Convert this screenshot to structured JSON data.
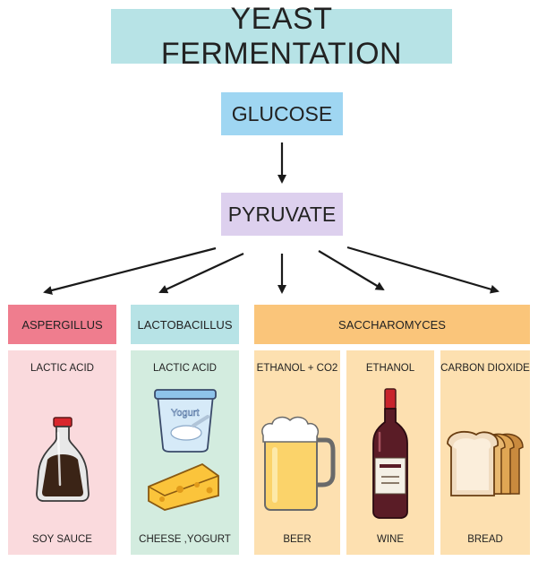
{
  "title": "YEAST FERMENTATION",
  "substrate": "GLUCOSE",
  "intermediate": "PYRUVATE",
  "organisms": {
    "aspergillus": "ASPERGILLUS",
    "lactobacillus": "LACTOBACILLUS",
    "saccharomyces": "SACCHAROMYCES"
  },
  "products": [
    {
      "product": "LACTIC ACID",
      "food": "SOY SAUCE",
      "icon": "soy-sauce-bottle-icon"
    },
    {
      "product": "LACTIC ACID",
      "food": "CHEESE ,YOGURT",
      "icon": "yogurt-cheese-icon",
      "yogurt_label": "Yogurt"
    },
    {
      "product": "ETHANOL + CO2",
      "food": "BEER",
      "icon": "beer-mug-icon"
    },
    {
      "product": "ETHANOL",
      "food": "WINE",
      "icon": "wine-bottle-icon"
    },
    {
      "product": "CARBON DIOXIDE",
      "food": "BREAD",
      "icon": "bread-loaf-icon"
    }
  ],
  "colors": {
    "title_bg": "#b7e3e6",
    "glucose_bg": "#9fd6f2",
    "pyruvate_bg": "#ddd0ee",
    "aspergillus": "#ef7d8e",
    "lactobacillus": "#b7e3e6",
    "saccharomyces": "#fac57a"
  }
}
